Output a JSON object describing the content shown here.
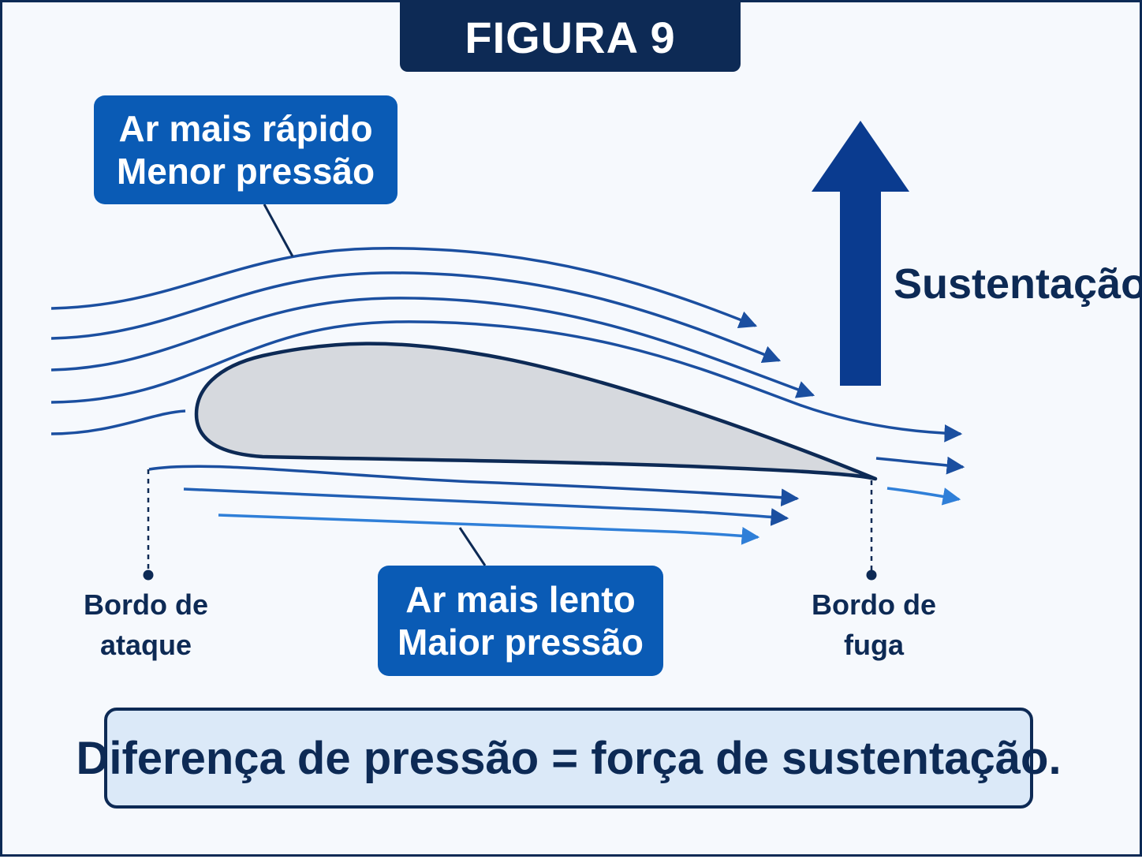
{
  "figure": {
    "title": "FIGURA 9"
  },
  "callouts": {
    "upper": {
      "line1": "Ar mais rápido",
      "line2": "Menor pressão"
    },
    "lower": {
      "line1": "Ar mais lento",
      "line2": "Maior pressão"
    }
  },
  "labels": {
    "leading_edge": {
      "line1": "Bordo de",
      "line2": "ataque"
    },
    "trailing_edge": {
      "line1": "Bordo de",
      "line2": "fuga"
    },
    "lift": "Sustentação"
  },
  "summary": "Diferença de pressão = força de sustentação.",
  "colors": {
    "navy": "#0d2a55",
    "callout_blue": "#0a5bb5",
    "upper_flow": "#1b4fa0",
    "lower_flow": "#2f7fd8",
    "airfoil_fill": "#d6d9de",
    "lift_arrow": "#0a3b8f",
    "summary_bg": "#dbe9f8"
  },
  "icons": {
    "lift_arrow": "arrow-up-icon",
    "flow_arrow": "arrowhead-right-icon"
  }
}
